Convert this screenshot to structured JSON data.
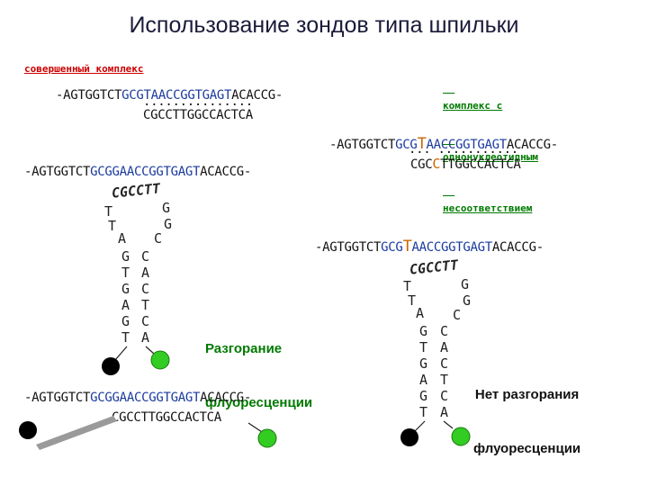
{
  "title": "Использование зондов типа шпильки",
  "labels": {
    "perfect_complex": "совершенный комплекс",
    "mismatch_complex_lines": [
      "комплекс с",
      "однонуклеотидным",
      "несоответствием"
    ]
  },
  "target": {
    "prefix": "-AGTGGTCT",
    "core": "GCGTAACCGGTGAGT",
    "suffix": "ACACCG-"
  },
  "target_mismatch": {
    "prefix": "-AGTGGTCT",
    "core_a": "GCG",
    "mismatch": "T",
    "core_b": "AACCGGTGAGT",
    "suffix": "ACACCG-"
  },
  "target_alt": {
    "prefix": "-AGTGGTCT",
    "core": "GCGGAACCGGTGAGT",
    "suffix": "ACACCG-"
  },
  "probe": "CGCCTTGGCCACTCA",
  "probe_mismatch": {
    "part_a": "CGC",
    "mismatch": "C",
    "part_b": "TTGGCCACTCA"
  },
  "dots": {
    "full": "···············",
    "mismatch_a": "···",
    "mismatch_b": " ···········"
  },
  "hairpin": {
    "loop": "CGCCTT",
    "loop_right": [
      "G",
      "G",
      "C"
    ],
    "loop_left": [
      "T",
      "T",
      "A"
    ],
    "stem_left": [
      "G",
      "T",
      "G",
      "A",
      "G",
      "T"
    ],
    "stem_right": [
      "C",
      "A",
      "C",
      "T",
      "C",
      "A"
    ]
  },
  "notes": {
    "fluorescence": [
      "Разгорание",
      "флуоресценции"
    ],
    "no_fluorescence": [
      "Нет разгорания",
      "флуоресценции"
    ]
  },
  "colors": {
    "target_blue": "#1a3a9e",
    "mismatch_orange": "#cc6600",
    "fluorophore_green": "#33cc22",
    "quencher_black": "#000000",
    "note_green": "#007a00",
    "label_red": "#cc0000"
  }
}
